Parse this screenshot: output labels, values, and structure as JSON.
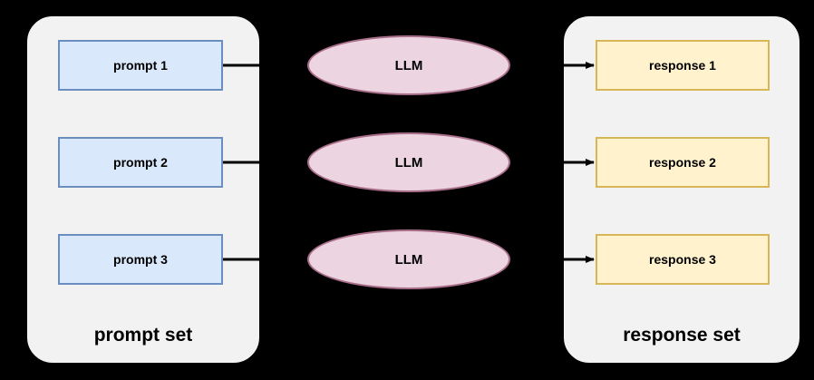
{
  "diagram": {
    "prompt_panel": {
      "label": "prompt set",
      "items": [
        {
          "label": "prompt 1"
        },
        {
          "label": "prompt 2"
        },
        {
          "label": "prompt 3"
        }
      ]
    },
    "llm_nodes": [
      {
        "label": "LLM"
      },
      {
        "label": "LLM"
      },
      {
        "label": "LLM"
      }
    ],
    "response_panel": {
      "label": "response set",
      "items": [
        {
          "label": "response 1"
        },
        {
          "label": "response 2"
        },
        {
          "label": "response 3"
        }
      ]
    },
    "colors": {
      "background": "#000000",
      "panel_fill": "#f2f2f2",
      "panel_border": "#000000",
      "prompt_fill": "#dae8fc",
      "prompt_border": "#6c8ebf",
      "llm_fill": "#ecd5e1",
      "llm_border": "#a96e8a",
      "response_fill": "#fff2cc",
      "response_border": "#d6b656",
      "arrow": "#000000"
    }
  }
}
